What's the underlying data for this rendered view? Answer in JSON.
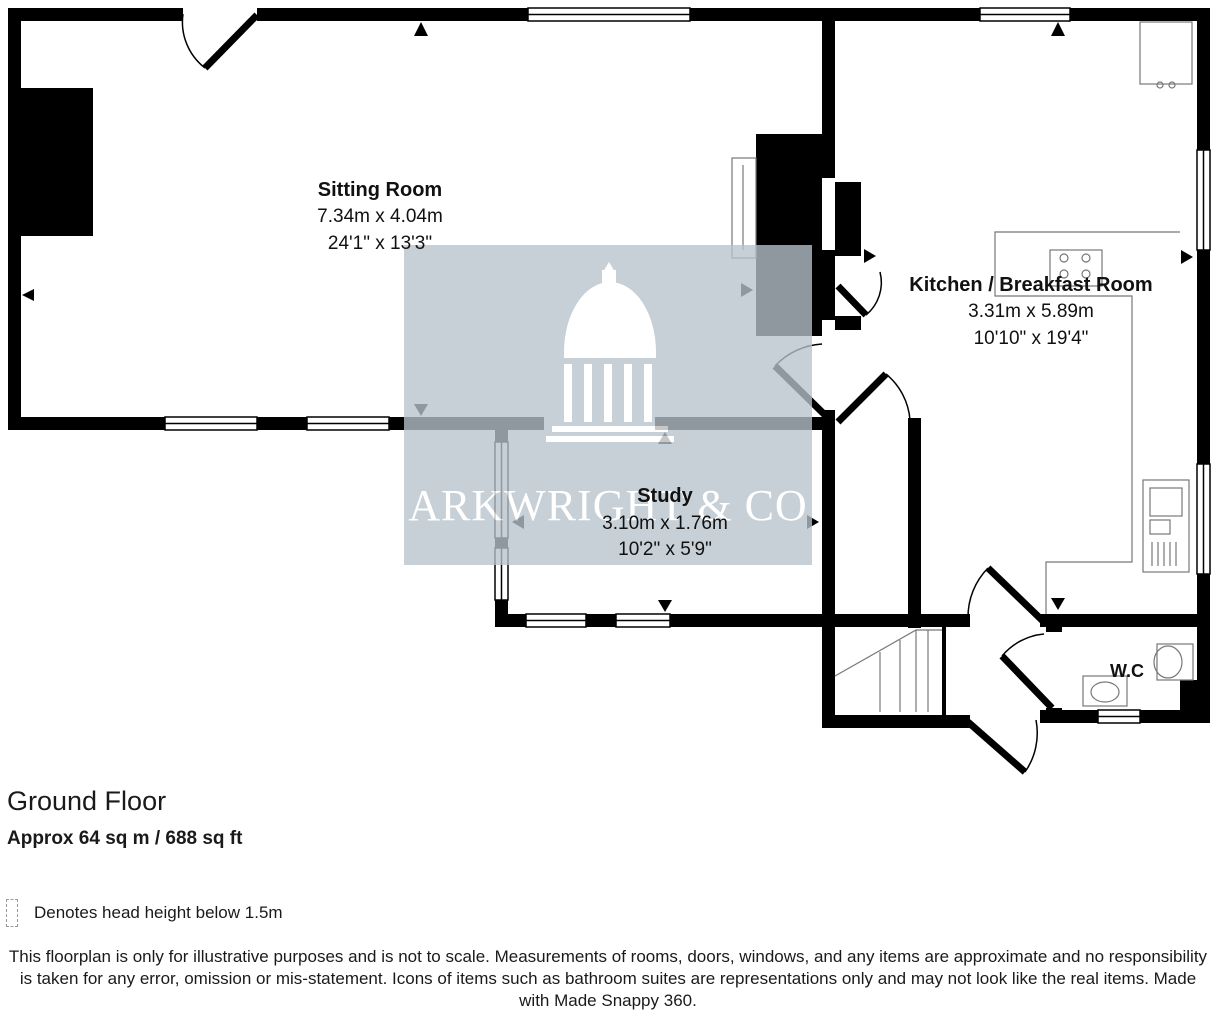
{
  "rooms": {
    "sitting": {
      "name": "Sitting Room",
      "metric": "7.34m x 4.04m",
      "imperial": "24'1\" x 13'3\""
    },
    "kitchen": {
      "name": "Kitchen / Breakfast Room",
      "metric": "3.31m x 5.89m",
      "imperial": "10'10\" x 19'4\""
    },
    "study": {
      "name": "Study",
      "metric": "3.10m x 1.76m",
      "imperial": "10'2\" x 5'9\""
    },
    "wc": {
      "name": "W.C"
    }
  },
  "watermark": {
    "brand": "ARKWRIGHT & CO"
  },
  "floor": {
    "title": "Ground Floor",
    "area": "Approx 64 sq m / 688 sq ft"
  },
  "legend": {
    "text": "Denotes head height below 1.5m"
  },
  "disclaimer": "This floorplan is only for illustrative purposes and is not to scale. Measurements of rooms, doors, windows, and any items are approximate and no responsibility is taken for any error, omission or mis-statement. Icons of items such as bathroom suites are representations only and may not look like the real items. Made with Made Snappy 360.",
  "colors": {
    "wall": "#000000",
    "watermark_bg": "#b8c3cc",
    "text": "#1a1a1a"
  }
}
